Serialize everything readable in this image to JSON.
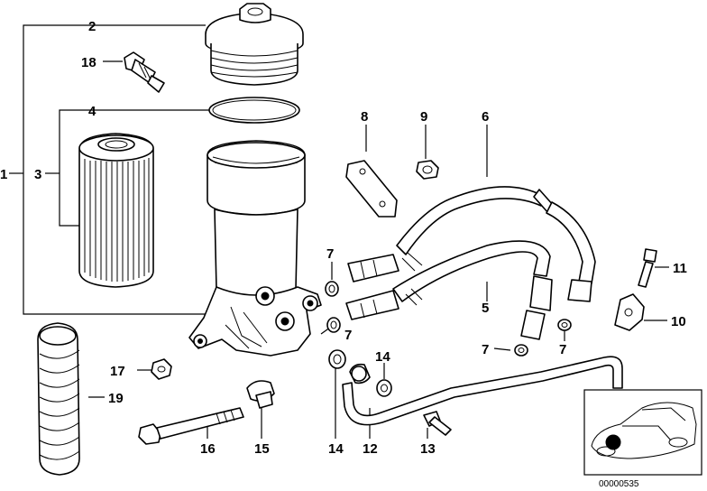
{
  "callouts": {
    "c1": "1",
    "c2": "2",
    "c3": "3",
    "c4": "4",
    "c5": "5",
    "c6": "6",
    "c7a": "7",
    "c7b": "7",
    "c7c": "7",
    "c7d": "7",
    "c8": "8",
    "c9": "9",
    "c10": "10",
    "c11": "11",
    "c12": "12",
    "c13": "13",
    "c14a": "14",
    "c14b": "14",
    "c15": "15",
    "c16": "16",
    "c17": "17",
    "c18": "18",
    "c19": "19"
  },
  "diagram_code": "00000535"
}
